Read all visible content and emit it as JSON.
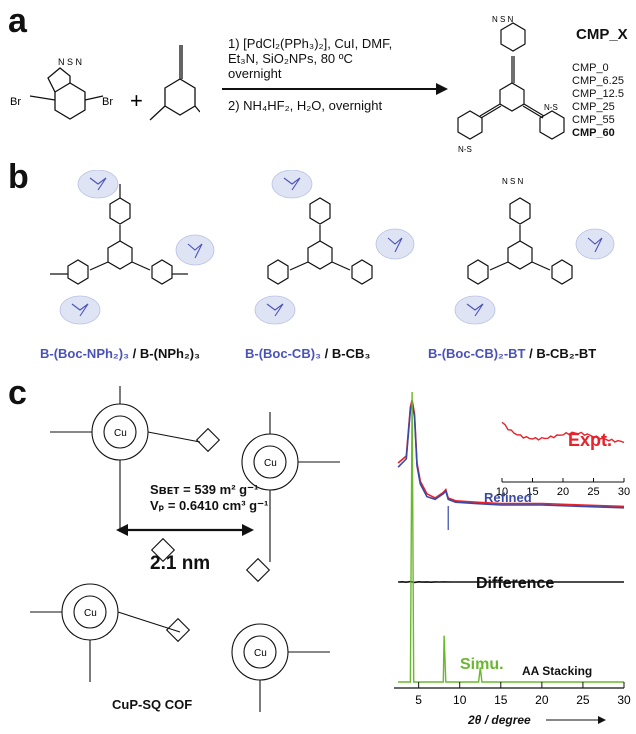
{
  "panel_a": {
    "letter": "a",
    "conditions_1": [
      "1) [PdCl₂(PPh₃)₂], CuI, DMF,",
      "Et₃N,  SiO₂NPs,  80  ºC",
      "overnight"
    ],
    "conditions_2": "2) NH₄HF₂, H₂O, overnight",
    "product_title": "CMP_X",
    "product_list": [
      "CMP_0",
      "CMP_6.25",
      "CMP_12.5",
      "CMP_25",
      "CMP_55",
      "CMP_60"
    ]
  },
  "panel_b": {
    "letter": "b",
    "labels": [
      {
        "blue": "B-(Boc-NPh₂)₃",
        "black": " / B-(NPh₂)₃"
      },
      {
        "blue": "B-(Boc-CB)₃",
        "black": " / B-CB₃"
      },
      {
        "blue": "B-(Boc-CB)₂-BT",
        "black": " / B-CB₂-BT"
      }
    ]
  },
  "panel_c": {
    "letter": "c",
    "sbet": "Sʙᴇᴛ = 539 m² g⁻¹",
    "vp": "Vₚ = 0.6410 cm³ g⁻¹",
    "distance": "2.1 nm",
    "cof_name": "CuP-SQ COF",
    "metal": "Cu"
  },
  "colors": {
    "blue": "#4a52b8",
    "highlight": "#dfe4f5",
    "expt": "#e8212a",
    "refined": "#3949a8",
    "simu": "#6ab82e"
  },
  "chart_data": {
    "type": "line",
    "xlabel": "2θ / degree",
    "xlim": [
      2,
      30
    ],
    "xticks": [
      5,
      10,
      15,
      20,
      25,
      30
    ],
    "series": [
      {
        "name": "Expt.",
        "x": [
          2.5,
          3.5,
          4.0,
          4.2,
          4.5,
          4.8,
          5.2,
          6,
          7,
          8,
          8.3,
          8.6,
          9.5,
          12,
          15,
          20,
          25,
          30
        ],
        "y": [
          0.55,
          0.6,
          0.95,
          1.0,
          0.9,
          0.55,
          0.42,
          0.33,
          0.3,
          0.34,
          0.36,
          0.3,
          0.28,
          0.27,
          0.26,
          0.26,
          0.25,
          0.24
        ]
      },
      {
        "name": "Refined",
        "x": [
          2.5,
          3.5,
          4.0,
          4.2,
          4.5,
          4.8,
          5.2,
          6,
          7,
          8,
          8.3,
          8.6,
          9.5,
          12,
          15,
          20,
          25,
          30
        ],
        "y": [
          0.52,
          0.58,
          0.93,
          0.98,
          0.88,
          0.53,
          0.4,
          0.31,
          0.29,
          0.33,
          0.35,
          0.29,
          0.27,
          0.26,
          0.25,
          0.25,
          0.24,
          0.23
        ]
      },
      {
        "name": "Difference",
        "x": [
          2.5,
          3,
          3.5,
          4,
          4.5,
          5,
          5.5,
          6,
          6.5,
          7,
          7.5,
          8,
          9,
          10,
          12,
          15,
          20,
          25,
          30
        ],
        "y": [
          0,
          0.02,
          -0.02,
          0.03,
          -0.03,
          0.02,
          -0.01,
          0.01,
          -0.02,
          0.01,
          0,
          0.01,
          0,
          0,
          0,
          0,
          0,
          0,
          0
        ]
      },
      {
        "name": "Simu.",
        "x": [
          2.5,
          4.0,
          4.2,
          4.4,
          6,
          8,
          8.1,
          8.3,
          10,
          12.3,
          12.5,
          12.7,
          15,
          30
        ],
        "y": [
          0,
          0,
          1,
          0,
          0,
          0,
          0.16,
          0,
          0,
          0,
          0.05,
          0,
          0,
          0
        ]
      }
    ],
    "inset": {
      "label": "Expt.",
      "xlim": [
        10,
        30
      ],
      "xticks": [
        10,
        15,
        20,
        25,
        30
      ]
    },
    "labels": {
      "expt": "Expt.",
      "refined": "Refined",
      "difference": "Difference",
      "simu": "Simu.",
      "stacking": "AA Stacking"
    }
  }
}
